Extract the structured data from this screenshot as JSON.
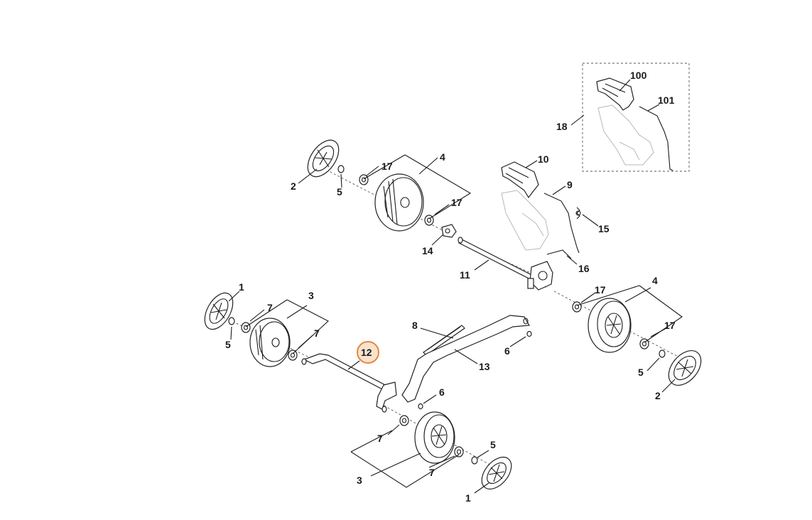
{
  "diagram": {
    "highlighted_part": "12",
    "part_labels": {
      "p1a": "1",
      "p1b": "1",
      "p2a": "2",
      "p2b": "2",
      "p3a": "3",
      "p3b": "3",
      "p4a": "4",
      "p4b": "4",
      "p5a": "5",
      "p5b": "5",
      "p5c": "5",
      "p5d": "5",
      "p6a": "6",
      "p6b": "6",
      "p7a": "7",
      "p7b": "7",
      "p7c": "7",
      "p7d": "7",
      "p8": "8",
      "p9": "9",
      "p10": "10",
      "p11": "11",
      "p12": "12",
      "p13": "13",
      "p14": "14",
      "p15": "15",
      "p16": "16",
      "p17a": "17",
      "p17b": "17",
      "p17c": "17",
      "p17d": "17",
      "p18": "18",
      "p100": "100",
      "p101": "101"
    }
  }
}
